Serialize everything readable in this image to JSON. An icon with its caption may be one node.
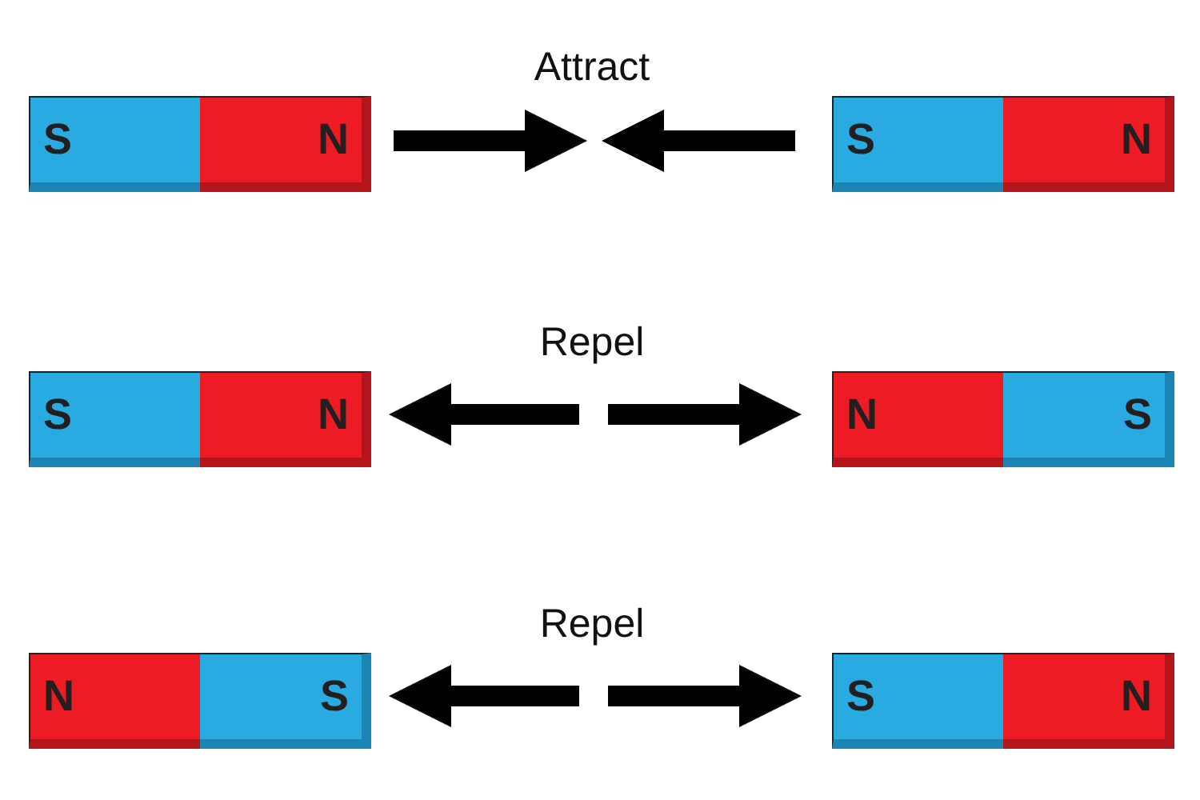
{
  "diagram": {
    "nodes": [
      {
        "text": [
          "S",
          "N"
        ]
      },
      {
        "text": [
          "S",
          "N"
        ]
      },
      {
        "text": [
          "S",
          "N"
        ]
      },
      {
        "text": [
          "N",
          "S"
        ]
      },
      {
        "text": [
          "N",
          "S"
        ]
      },
      {
        "text": [
          "S",
          "N"
        ]
      }
    ],
    "labels": [
      "Attract",
      "Repel",
      "Repel"
    ]
  }
}
